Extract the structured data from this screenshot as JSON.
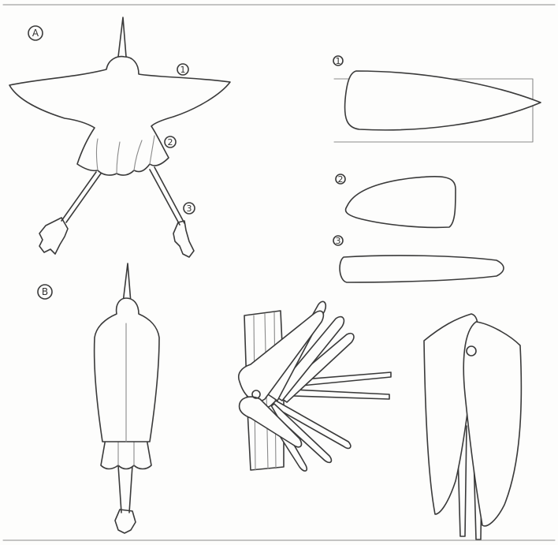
{
  "sheet": {
    "figure_a": {
      "letter": "A",
      "part_labels": [
        "1",
        "2",
        "3"
      ]
    },
    "figure_b": {
      "letter": "B"
    },
    "pattern_labels": [
      "1",
      "2",
      "3"
    ]
  },
  "colors": {
    "paper": "#fdfdfc",
    "pencil": "#3a3a3a"
  }
}
